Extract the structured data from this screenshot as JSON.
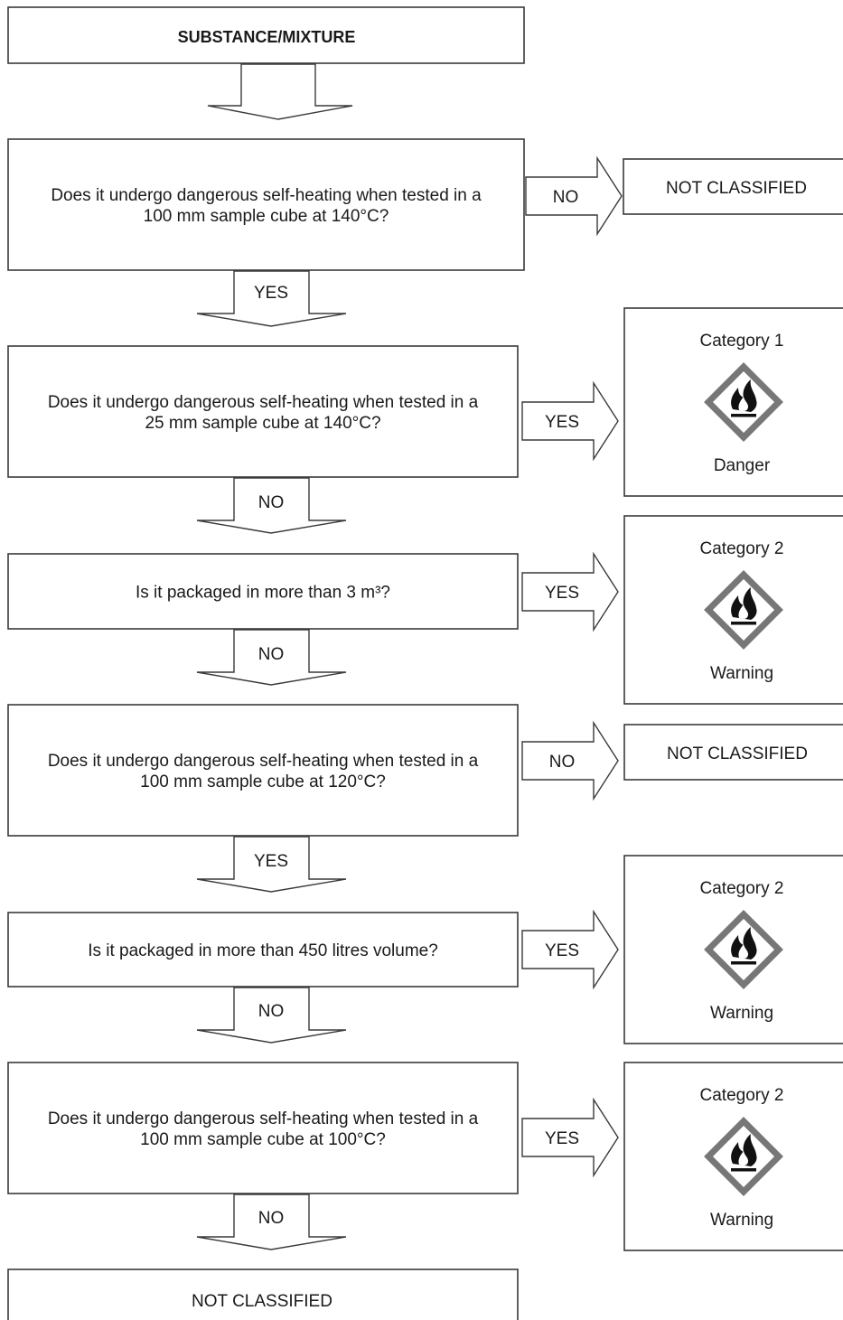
{
  "start": {
    "label": "SUBSTANCE/MIXTURE"
  },
  "questions": [
    {
      "lines": [
        "Does it undergo dangerous self-heating when tested in a",
        "100 mm sample cube at 140°C?"
      ]
    },
    {
      "lines": [
        "Does it undergo dangerous self-heating when tested in a",
        "25 mm sample cube at 140°C?"
      ]
    },
    {
      "lines": [
        "Is it packaged in more than 3 m³?"
      ]
    },
    {
      "lines": [
        "Does it undergo dangerous self-heating when tested in a",
        "100 mm sample cube at 120°C?"
      ]
    },
    {
      "lines": [
        "Is it packaged in more than 450 litres volume?"
      ]
    },
    {
      "lines": [
        "Does it undergo dangerous self-heating when tested in a",
        "100 mm sample cube at 100°C?"
      ]
    }
  ],
  "down_arrows": [
    "YES",
    "NO",
    "NO",
    "YES",
    "NO",
    "NO"
  ],
  "side_arrows": [
    "NO",
    "YES",
    "YES",
    "NO",
    "YES",
    "YES"
  ],
  "outcomes": [
    {
      "type": "not-classified",
      "label": "NOT CLASSIFIED"
    },
    {
      "type": "category",
      "category": "Category 1",
      "signal": "Danger",
      "pictogram": "flame-pictogram"
    },
    {
      "type": "category",
      "category": "Category 2",
      "signal": "Warning",
      "pictogram": "flame-pictogram"
    },
    {
      "type": "not-classified",
      "label": "NOT CLASSIFIED"
    },
    {
      "type": "category",
      "category": "Category 2",
      "signal": "Warning",
      "pictogram": "flame-pictogram"
    },
    {
      "type": "category",
      "category": "Category 2",
      "signal": "Warning",
      "pictogram": "flame-pictogram"
    }
  ],
  "final": {
    "label": "NOT CLASSIFIED"
  },
  "colors": {
    "line": "#3a3a3a",
    "diamond": "#777777",
    "text": "#1a1a1a"
  }
}
